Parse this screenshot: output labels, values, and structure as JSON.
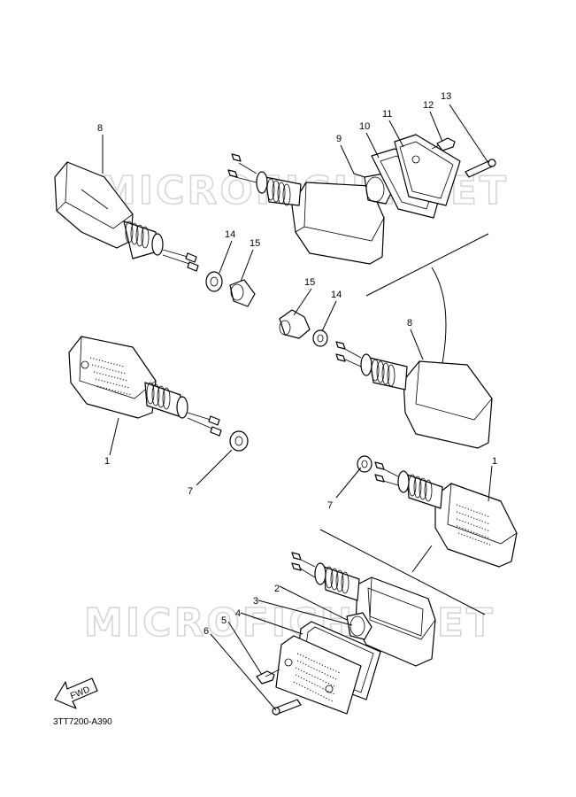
{
  "watermark": "MICROFICHE.NET",
  "figure_code": "3TT7200-A390",
  "fwd_label": "FWD",
  "callouts": [
    {
      "id": "c8a",
      "text": "8"
    },
    {
      "id": "c9",
      "text": "9"
    },
    {
      "id": "c10",
      "text": "10"
    },
    {
      "id": "c11",
      "text": "11"
    },
    {
      "id": "c12",
      "text": "12"
    },
    {
      "id": "c13",
      "text": "13"
    },
    {
      "id": "c14a",
      "text": "14"
    },
    {
      "id": "c15a",
      "text": "15"
    },
    {
      "id": "c15b",
      "text": "15"
    },
    {
      "id": "c14b",
      "text": "14"
    },
    {
      "id": "c8b",
      "text": "8"
    },
    {
      "id": "c1a",
      "text": "1"
    },
    {
      "id": "c7a",
      "text": "7"
    },
    {
      "id": "c1b",
      "text": "1"
    },
    {
      "id": "c7b",
      "text": "7"
    },
    {
      "id": "c2",
      "text": "2"
    },
    {
      "id": "c3",
      "text": "3"
    },
    {
      "id": "c4",
      "text": "4"
    },
    {
      "id": "c5",
      "text": "5"
    },
    {
      "id": "c6",
      "text": "6"
    }
  ]
}
